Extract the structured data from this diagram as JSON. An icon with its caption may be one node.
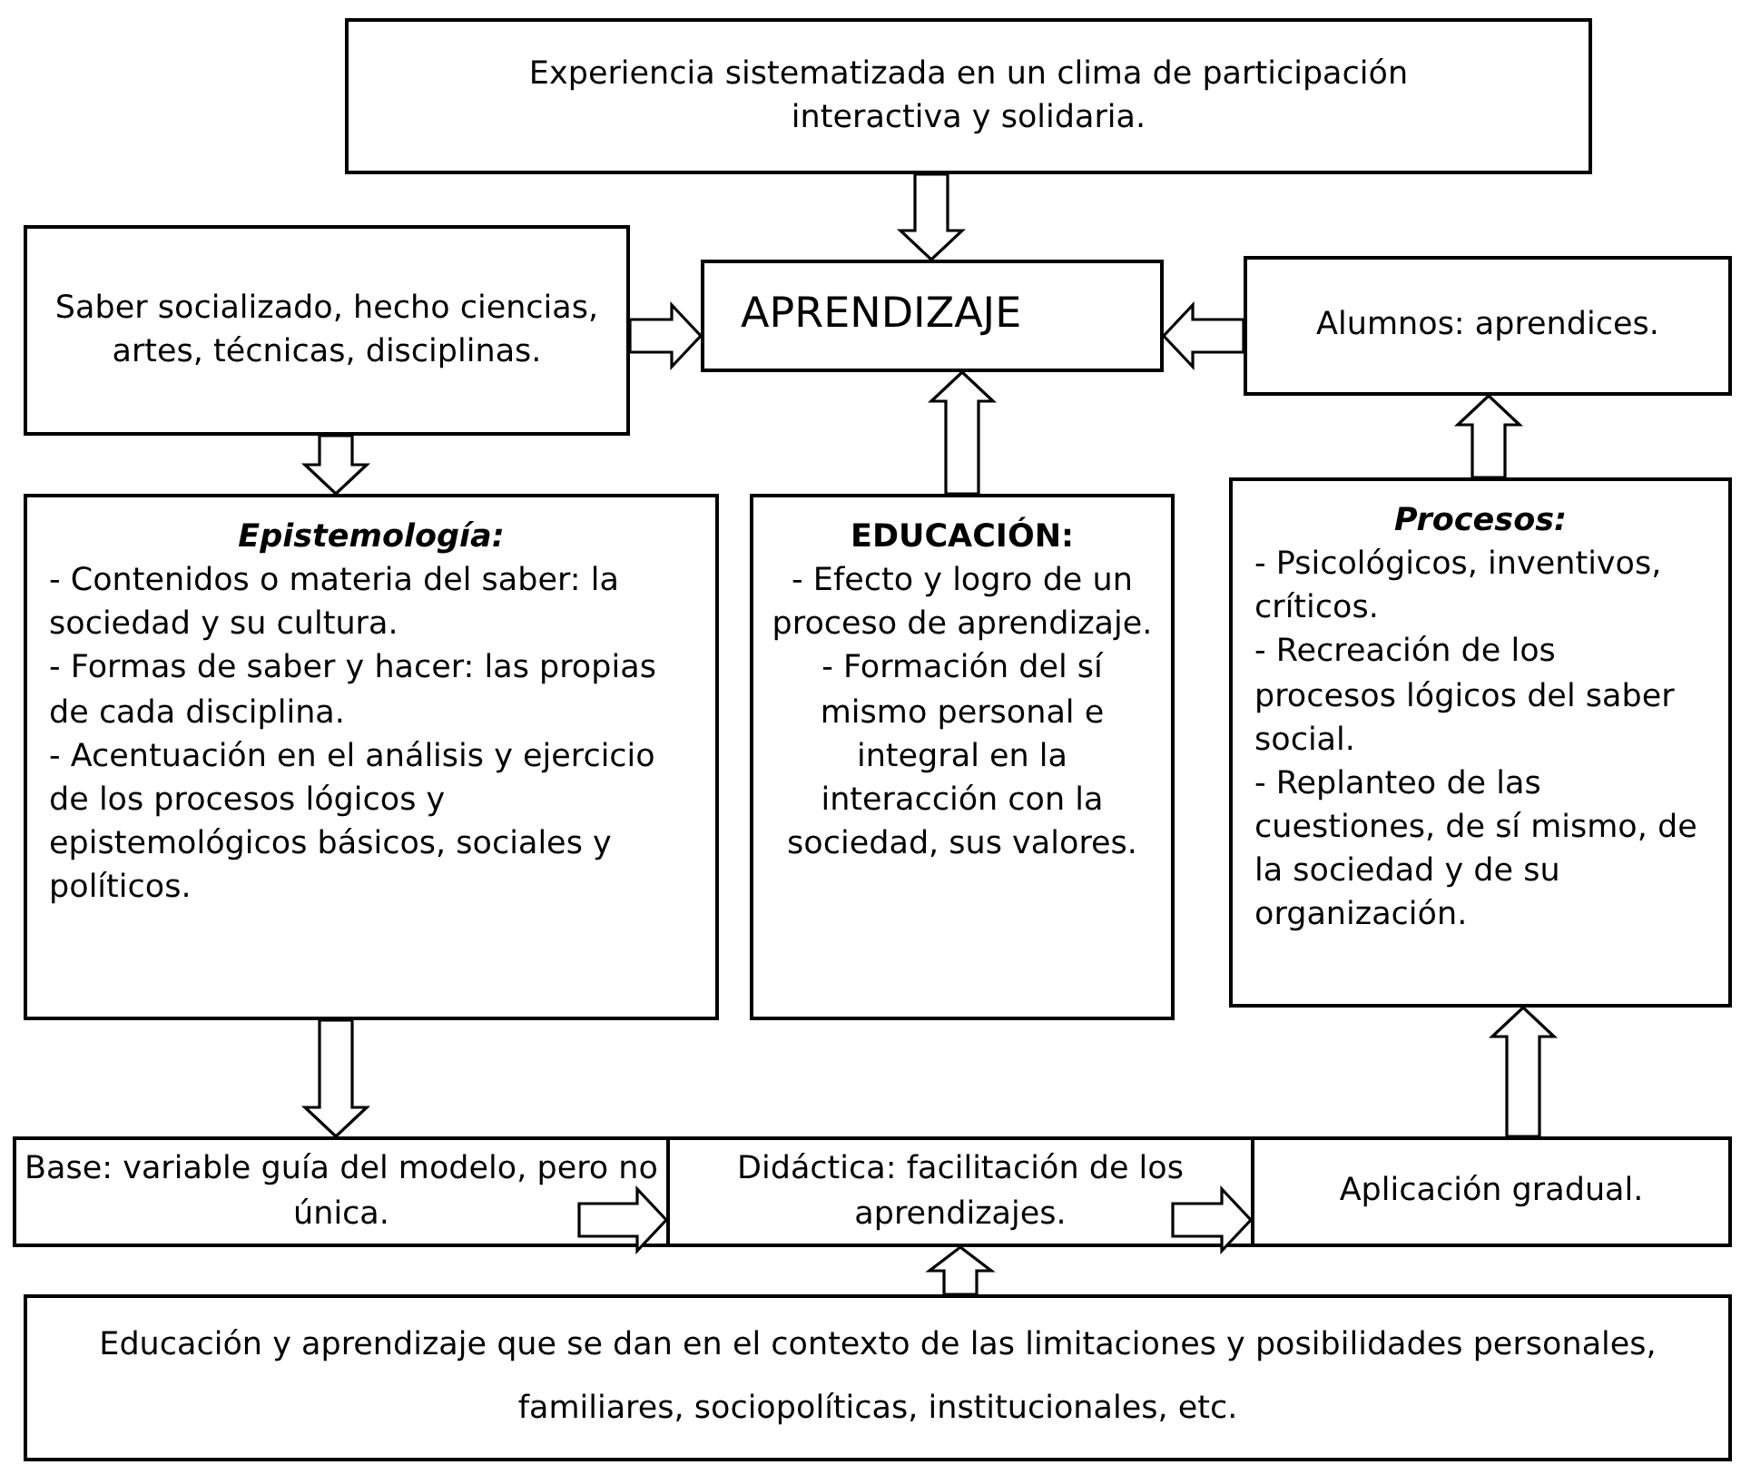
{
  "diagram": {
    "nodes": [
      {
        "text": [
          "Experiencia sistematizada en un clima de participación interactiva y solidaria."
        ]
      },
      {
        "text": [
          "Saber socializado, hecho ciencias, artes, técnicas, disciplinas."
        ]
      },
      {
        "text": [
          "APRENDIZAJE"
        ]
      },
      {
        "text": [
          "Alumnos: aprendices."
        ]
      },
      {
        "text": [
          "Epistemología:",
          "- Contenidos o materia del saber: la sociedad y su cultura.",
          "- Formas de saber y hacer: las propias de cada disciplina.",
          "- Acentuación en el análisis y ejercicio de los procesos lógicos y epistemológicos básicos, sociales y políticos."
        ]
      },
      {
        "text": [
          "EDUCACIÓN:",
          "- Efecto y logro de un proceso de aprendizaje.",
          "- Formación del sí mismo personal e integral en la interacción con la sociedad, sus valores."
        ]
      },
      {
        "text": [
          "Procesos:",
          "- Psicológicos, inventivos, críticos.",
          "- Recreación de los procesos lógicos del saber social.",
          "- Replanteo de las cuestiones, de sí mismo, de la sociedad y de su organización."
        ]
      },
      {
        "text": [
          "Base: variable guía del modelo, pero no única."
        ]
      },
      {
        "text": [
          "Didáctica: facilitación de los aprendizajes."
        ]
      },
      {
        "text": [
          "Aplicación gradual."
        ]
      },
      {
        "text": [
          "Educación y aprendizaje que se dan en el contexto de las limitaciones y posibilidades personales, familiares, sociopolíticas, institucionales, etc."
        ]
      }
    ],
    "edges": [
      {
        "from": 0,
        "to": 2,
        "arrow": "to"
      },
      {
        "from": 1,
        "to": 2,
        "arrow": "to"
      },
      {
        "from": 3,
        "to": 2,
        "arrow": "to"
      },
      {
        "from": 5,
        "to": 2,
        "arrow": "to"
      },
      {
        "from": 6,
        "to": 3,
        "arrow": "to"
      },
      {
        "from": 1,
        "to": 4,
        "arrow": "to"
      },
      {
        "from": 4,
        "to": 7,
        "arrow": "to"
      },
      {
        "from": 7,
        "to": 8,
        "arrow": "to"
      },
      {
        "from": 8,
        "to": 9,
        "arrow": "to"
      },
      {
        "from": 10,
        "to": 8,
        "arrow": "to"
      },
      {
        "from": 9,
        "to": 6,
        "arrow": "to"
      }
    ]
  }
}
